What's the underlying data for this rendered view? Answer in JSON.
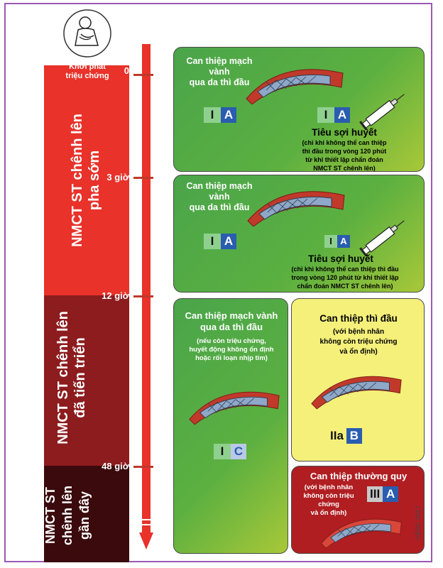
{
  "onset": {
    "label_line1": "Khởi phát",
    "label_line2": "triệu chứng"
  },
  "timeline": {
    "ticks": [
      "0",
      "3 giờ",
      "12 giờ",
      "48 giờ"
    ],
    "bands": [
      {
        "line1": "NMCT ST chênh lên",
        "line2": "pha sớm",
        "color": "#e8322a"
      },
      {
        "line1": "NMCT ST chênh lên",
        "line2": "đã tiến triển",
        "color": "#8c1c1e"
      },
      {
        "line1": "NMCT ST",
        "line2": "chênh lên",
        "line3": "gần đây",
        "color": "#3a0a0c"
      }
    ]
  },
  "box1": {
    "pci_title_1": "Can thiệp mạch vành",
    "pci_title_2": "qua da thì đầu",
    "pci_class": "I",
    "pci_level": "A",
    "lysis_class": "I",
    "lysis_level": "A",
    "lysis_title": "Tiêu sợi huyết",
    "lysis_note_1": "(chỉ khi không thể can thiệp",
    "lysis_note_2": "thì đầu trong vòng 120 phút",
    "lysis_note_3": "từ khi thiết lập chẩn đoán",
    "lysis_note_4": "NMCT ST chênh lên)"
  },
  "box2": {
    "pci_title_1": "Can thiệp mạch vành",
    "pci_title_2": "qua da thì đầu",
    "pci_class": "I",
    "pci_level": "A",
    "lysis_class": "I",
    "lysis_level": "A",
    "lysis_title": "Tiêu sợi huyết",
    "lysis_note_1": "(chỉ khi không thể can thiệp thì đầu",
    "lysis_note_2": "trong vòng 120 phút từ khi thiết lập",
    "lysis_note_3": "chẩn đoán NMCT ST chênh lên)"
  },
  "box3": {
    "title_1": "Can thiệp mạch vành",
    "title_2": "qua da thì đầu",
    "note_1": "(nếu còn triệu chứng,",
    "note_2": "huyết động không ổn định",
    "note_3": "hoặc rối loạn nhịp tim)",
    "class": "I",
    "level": "C"
  },
  "box4": {
    "title": "Can thiệp thì đầu",
    "note_1": "(với bệnh nhân",
    "note_2": "không còn triệu chứng",
    "note_3": "và ổn định)",
    "class": "IIa",
    "level": "B"
  },
  "box5": {
    "title": "Can thiệp thường quy",
    "note_1": "(với bệnh nhân",
    "note_2": "không còn triệu chứng",
    "note_3": "và ổn định)",
    "class": "III",
    "level": "A"
  },
  "copyright": "©ESC 2017",
  "colors": {
    "level_blue": "#2a5db0",
    "class_green": "#8fd08f",
    "box_green": "#4aa54a",
    "box_yellow": "#f4f07a",
    "box_red": "#b01e22"
  }
}
